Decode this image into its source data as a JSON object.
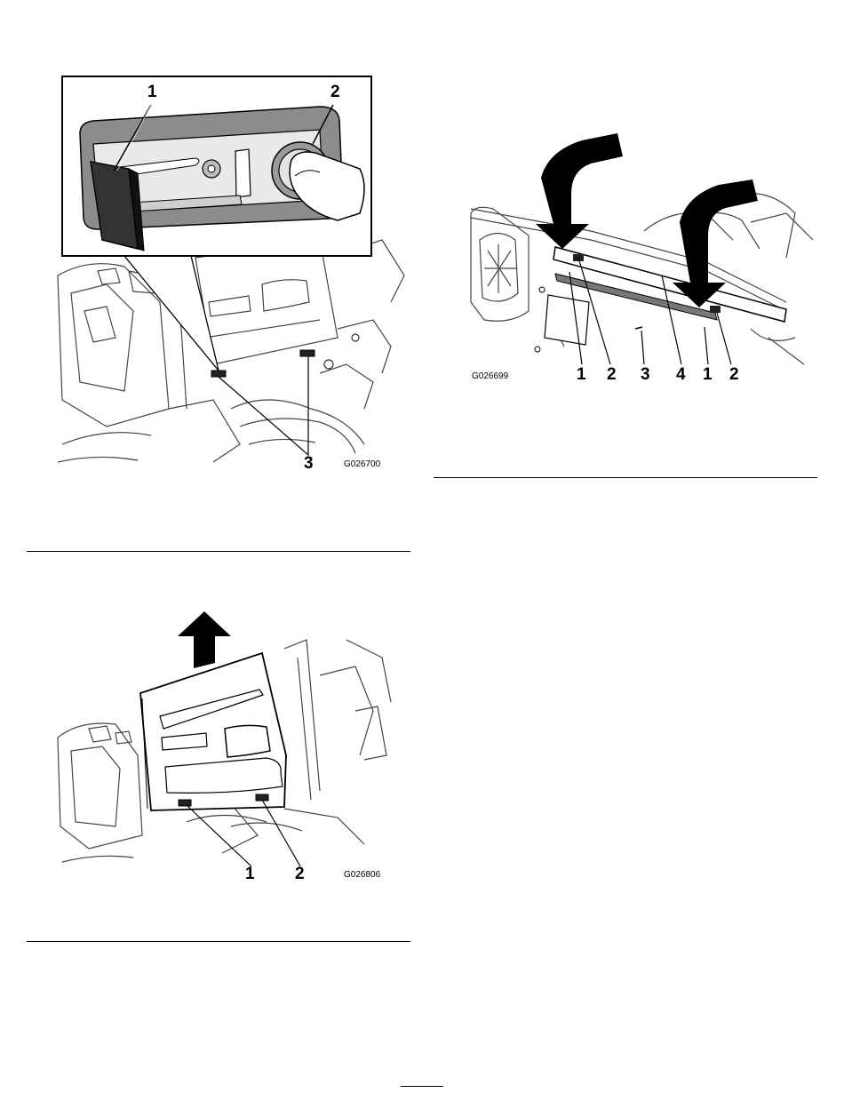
{
  "figures": [
    {
      "id": "G026700",
      "callouts": [
        "1",
        "2",
        "3"
      ],
      "icons": [
        "latch-inset-detail",
        "panel-latches"
      ]
    },
    {
      "id": "G026806",
      "callouts": [
        "1",
        "2"
      ],
      "icons": [
        "up-arrow",
        "panel-removal"
      ]
    },
    {
      "id": "G026699",
      "callouts": [
        "1",
        "2",
        "3",
        "4",
        "1",
        "2"
      ],
      "icons": [
        "down-arrow",
        "down-arrow",
        "panel-bottom-edge"
      ]
    }
  ]
}
